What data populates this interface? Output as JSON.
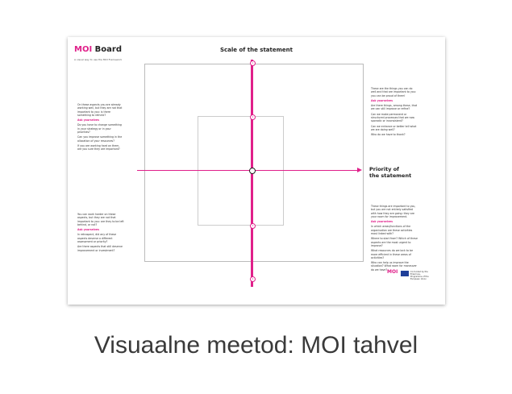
{
  "poster": {
    "logo_moi": "MOI",
    "logo_board": "Board",
    "logo_sub": "A visual way to use the MOI Framework",
    "scale_title": "Scale of the statement",
    "priority_title_1": "Priority of",
    "priority_title_2": "the statement",
    "axis_dots": [
      "1",
      "2",
      "3",
      "4"
    ],
    "top_left_note": {
      "intro": "On these aspects you are already working well, but they are not that important to you: is there something to rethink?",
      "heading": "Ask yourselves",
      "q1": "Do you have to change something in your strategy or in your priorities?",
      "q2": "Can you improve something in the allocation of your resources?",
      "q3": "If you are working hard on them, are you sure they are important?"
    },
    "top_right_note": {
      "intro": "These are the things you can do well and that are important to you: you can be proud of them!",
      "heading": "Ask yourselves",
      "q1": "Are there things, among these, that we can still improve or refine?",
      "q2": "Can we make permanent or structured processes that we now sporadic or inconsistent?",
      "q3": "Can we enhance or better tell what we are doing well?",
      "q4": "Who do we have to thank?"
    },
    "bottom_left_note": {
      "intro": "You can work harder on these aspects, but they are not that important to you: are they to be left behind, or not?",
      "heading": "Ask yourselves",
      "q1": "In retrospect, did any of these aspects deserve a different assessment or priority?",
      "q2": "Are there aspects that still deserve improvement or investment?"
    },
    "bottom_right_note": {
      "intro": "These things are important to you, but you are not entirely satisfied with how they are going: they are your room for improvement.",
      "heading": "Ask yourselves",
      "q1": "In which areas/functions of the organisation are these activities most linked with?",
      "q2": "Where to start from? Which of these aspects are the most urgent to improve?",
      "q3": "What resources do we lack to be more efficient in these areas of activities?",
      "q4": "Who can help us improve the situation? What room for maneuver do we have?"
    },
    "footer_moi": "MOI",
    "eu_text": "Co-funded by the Erasmus+ Programme of the European Union"
  },
  "caption": "Visuaalne meetod: MOI tahvel",
  "colors": {
    "accent": "#e0208a",
    "caption": "#3a3a3a"
  }
}
